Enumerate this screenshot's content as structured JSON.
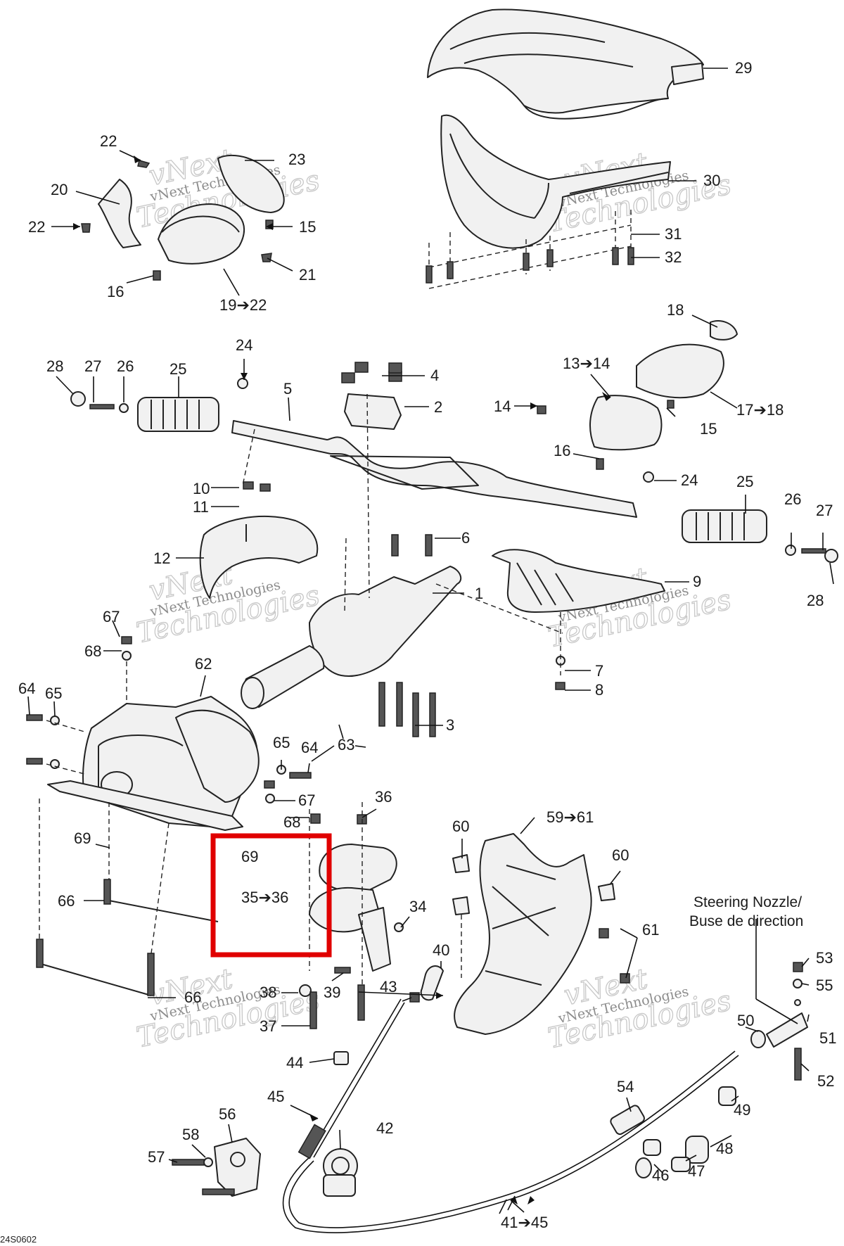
{
  "callouts": [
    "22",
    "23",
    "20",
    "22",
    "15",
    "16",
    "21",
    "19➔22",
    "29",
    "30",
    "31",
    "32",
    "18",
    "13➔14",
    "14",
    "17➔18",
    "15",
    "16",
    "24",
    "25",
    "26",
    "27",
    "28",
    "4",
    "2",
    "5",
    "24",
    "28",
    "27",
    "26",
    "25",
    "10",
    "11",
    "12",
    "6",
    "1",
    "9",
    "67",
    "68",
    "62",
    "7",
    "8",
    "64",
    "65",
    "3",
    "63",
    "65",
    "64",
    "67",
    "68",
    "36",
    "59➔61",
    "60",
    "60",
    "69",
    "35➔36",
    "69",
    "66",
    "34",
    "61",
    "40",
    "38",
    "39",
    "43",
    "37",
    "44",
    "66",
    "45",
    "42",
    "56",
    "58",
    "57",
    "54",
    "49",
    "48",
    "47",
    "46",
    "41➔45",
    "53",
    "55",
    "51",
    "50",
    "52"
  ],
  "nozzle_label": {
    "line1": "Steering Nozzle/",
    "line2": "Buse de direction"
  },
  "drawing_code": "24S0602",
  "watermark": {
    "line1": "vNext Technologies",
    "big": "vNext",
    "big2": "Technologies"
  },
  "highlight_color": "#e00000"
}
